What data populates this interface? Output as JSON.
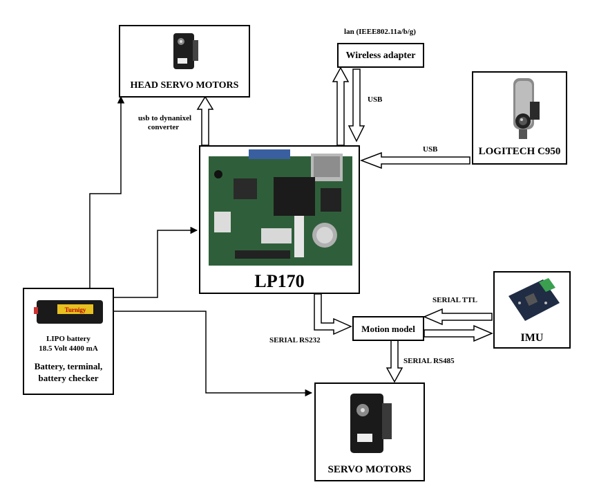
{
  "nodes": {
    "head_servo": {
      "label": "HEAD SERVO MOTORS"
    },
    "wireless": {
      "label": "Wireless adapter",
      "caption": "lan (IEEE802.11a/b/g)"
    },
    "camera": {
      "label": "LOGITECH C950"
    },
    "board": {
      "label": "LP170"
    },
    "battery": {
      "line1": "LIPO battery",
      "line2": "18.5 Volt 4400 mA",
      "line3": "Battery, terminal,",
      "line4": "battery checker",
      "brand": "Turnigy"
    },
    "motion": {
      "label": "Motion model"
    },
    "imu": {
      "label": "IMU"
    },
    "servo": {
      "label": "SERVO MOTORS"
    }
  },
  "edges": {
    "usb_dynamixel_1": "usb to dynanixel",
    "usb_dynamixel_2": "converter",
    "usb_wireless": "USB",
    "usb_camera": "USB",
    "serial_rs232": "SERIAL RS232",
    "serial_ttl": "SERIAL  TTL",
    "serial_rs485": "SERIAL RS485"
  },
  "colors": {
    "line": "#000000",
    "board_green": "#2f5f3a",
    "battery_black": "#1a1a1a",
    "battery_label": "#e8c020"
  }
}
